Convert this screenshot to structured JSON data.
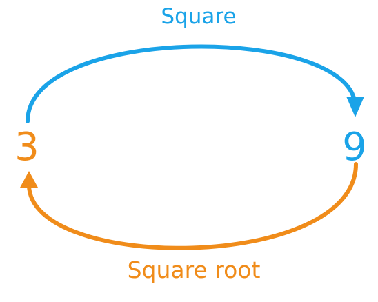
{
  "diagram": {
    "top_label": "Square",
    "bottom_label": "Square root",
    "left_value": "3",
    "right_value": "9",
    "colors": {
      "blue": "#1aa3e8",
      "orange": "#f08c1a"
    }
  }
}
